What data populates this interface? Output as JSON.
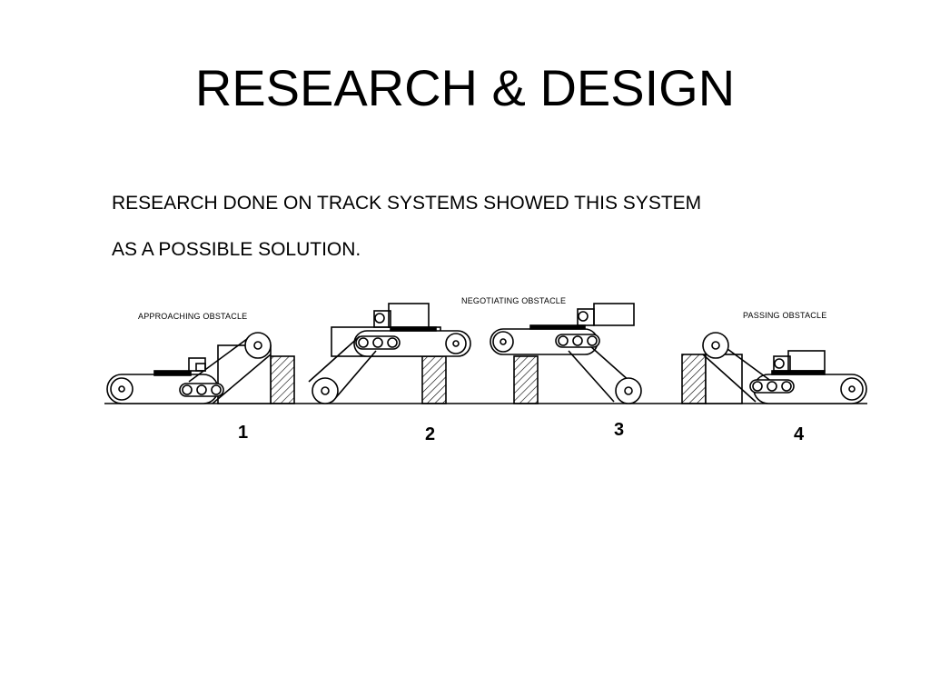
{
  "slide": {
    "title": "RESEARCH & DESIGN",
    "body_lines": [
      "RESEARCH DONE ON TRACK SYSTEMS SHOWED THIS SYSTEM",
      "AS A POSSIBLE SOLUTION."
    ]
  },
  "diagram": {
    "stage_captions": [
      "APPROACHING OBSTACLE",
      "NEGOTIATING OBSTACLE",
      "PASSING OBSTACLE"
    ],
    "step_numbers": [
      "1",
      "2",
      "3",
      "4"
    ]
  }
}
